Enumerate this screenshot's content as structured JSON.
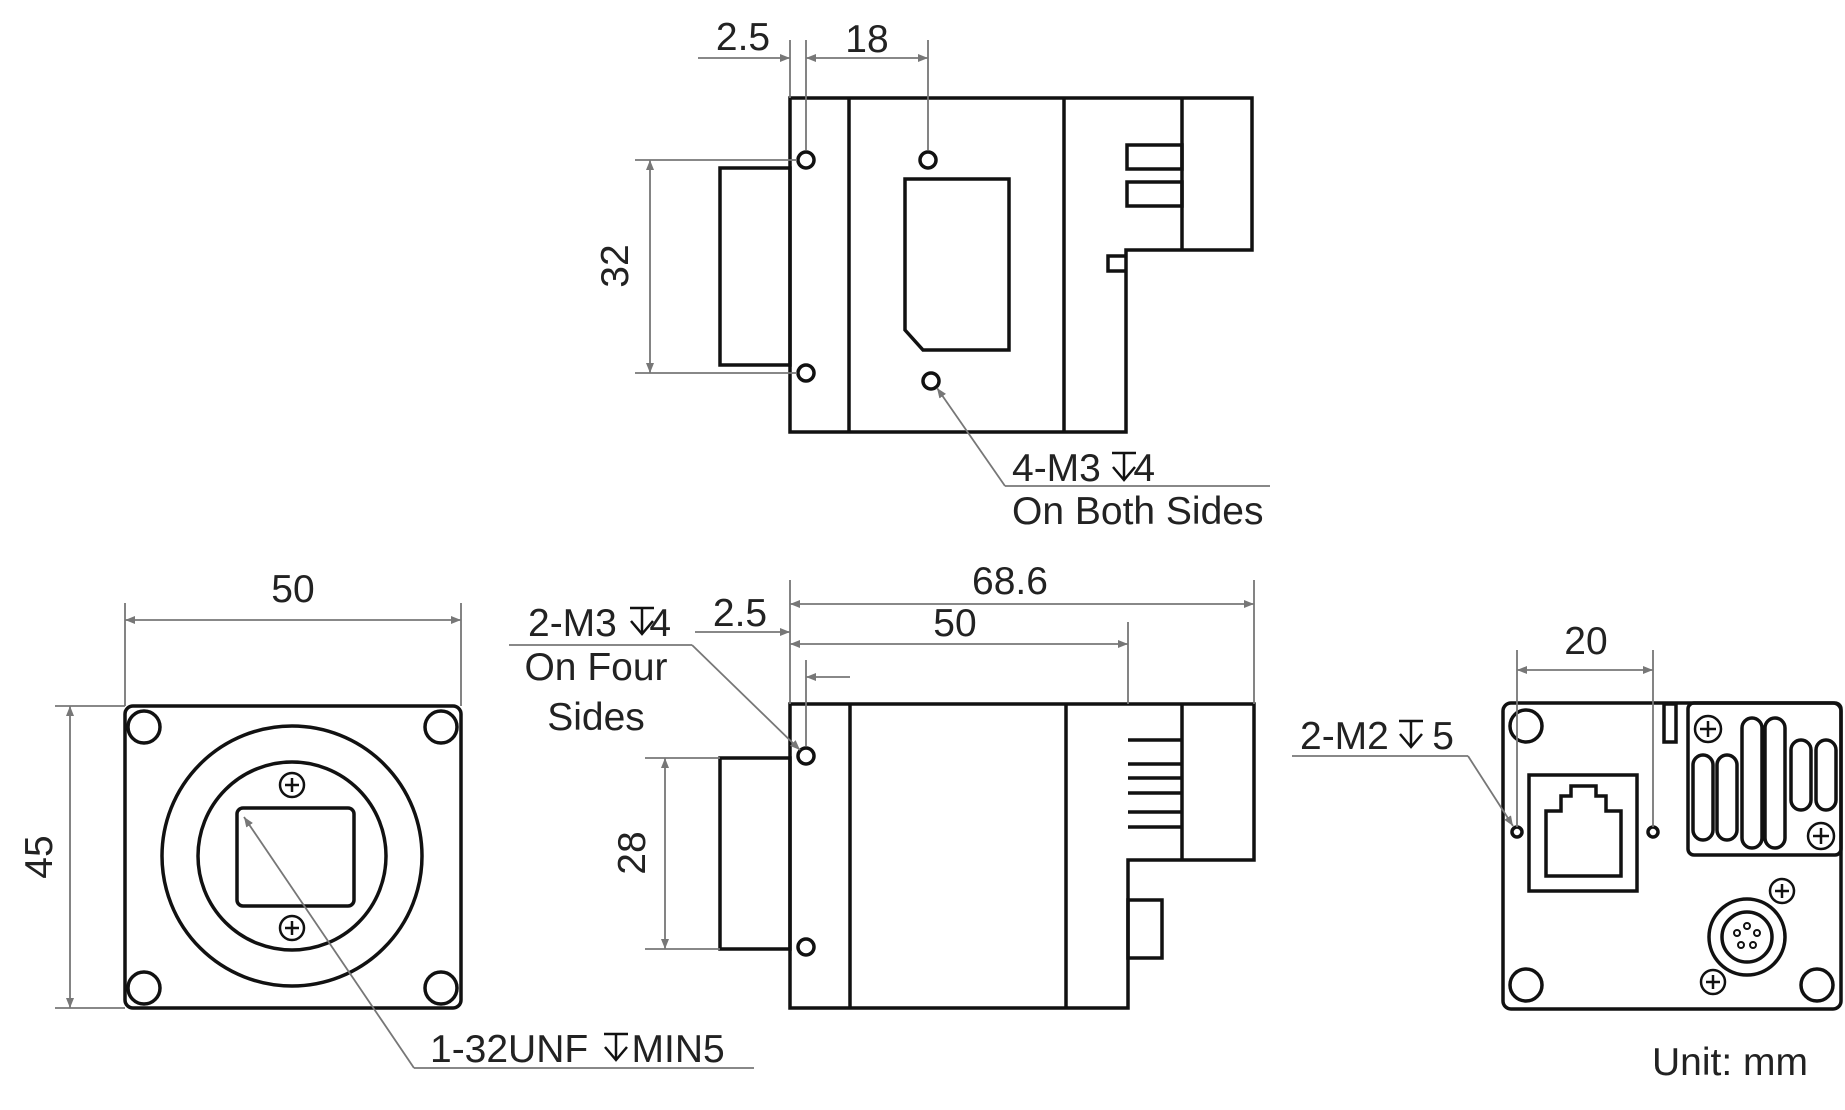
{
  "colors": {
    "outline": "#111111",
    "dimension_line": "#777777",
    "text": "#222222",
    "background": "#ffffff"
  },
  "top_view": {
    "dim_flange": "2.5",
    "dim_hole_offset": "18",
    "dim_hole_spacing": "32",
    "note_line1": "4-M3   4",
    "note_line2": "On Both Sides"
  },
  "front_view": {
    "dim_width": "50",
    "dim_height": "45",
    "note": "1-32UNF    MIN5"
  },
  "side_view": {
    "dim_flange": "2.5",
    "dim_length_total": "68.6",
    "dim_length_body": "50",
    "dim_hole_spacing": "28",
    "note_line1": "2-M3   4",
    "note_line2": "On Four",
    "note_line3": "Sides"
  },
  "rear_view": {
    "dim_hole_spacing": "20",
    "note": "2-M2    5"
  },
  "unit_label": "Unit: mm"
}
